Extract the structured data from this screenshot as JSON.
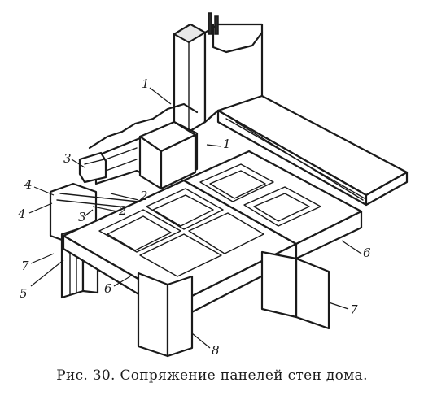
{
  "figure": {
    "caption": "Рис. 30. Сопряжение панелей стен дома.",
    "callouts": [
      "1",
      "1",
      "2",
      "2",
      "3",
      "3",
      "4",
      "4",
      "5",
      "6",
      "6",
      "7",
      "7",
      "8"
    ]
  }
}
